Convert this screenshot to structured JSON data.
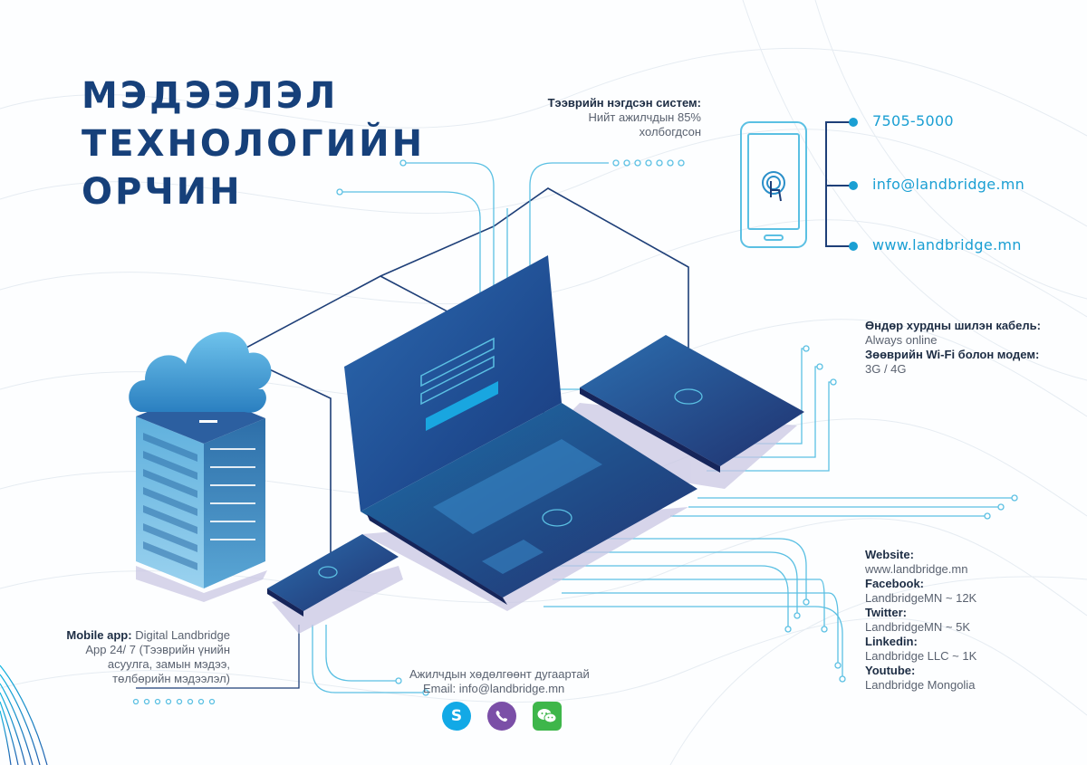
{
  "title": {
    "line1": "МЭДЭЭЛЭЛ",
    "line2": "ТЕХНОЛОГИЙН",
    "line3": "ОРЧИН"
  },
  "transport": {
    "heading": "Тээврийн нэгдсэн систем:",
    "line1": "Нийт ажилчдын 85%",
    "line2": "холбогдсон"
  },
  "contacts": {
    "phone": "7505-5000",
    "email": "info@landbridge.mn",
    "web": "www.landbridge.mn"
  },
  "connectivity": {
    "fiber_heading": "Өндөр хурдны шилэн кабель:",
    "fiber_value": "Always online",
    "wifi_heading": "Зөөврийн Wi-Fi болон модем:",
    "wifi_value": "3G / 4G"
  },
  "social": {
    "website_label": "Website:",
    "website_value": "www.landbridge.mn",
    "facebook_label": "Facebook:",
    "facebook_value": "LandbridgeMN ~ 12K",
    "twitter_label": "Twitter:",
    "twitter_value": "LandbridgeMN ~ 5K",
    "linkedin_label": "Linkedin:",
    "linkedin_value": "Landbridge LLC ~ 1K",
    "youtube_label": "Youtube:",
    "youtube_value": "Landbridge Mongolia"
  },
  "mobile": {
    "label": "Mobile app:",
    "name": "Digital Landbridge",
    "line2": "App 24/ 7 (Тээврийн үнийн",
    "line3": "асуулга, замын мэдээ,",
    "line4": "төлбөрийн мэдээлэл)"
  },
  "messenger": {
    "line1": "Ажилчдын хөдөлгөөнт дугаартай",
    "line2": "Email: info@landbridge.mn",
    "skype_letter": "S"
  },
  "icons": [
    "phone-icon",
    "tap-icon",
    "skype-icon",
    "viber-icon",
    "wechat-icon",
    "cloud-icon",
    "server-icon",
    "laptop-icon",
    "tablet-icon"
  ],
  "colors": {
    "title": "#16407a",
    "accent": "#1a9fd3",
    "device_dark": "#21306e",
    "device_light": "#2b7fb8",
    "skype": "#12a9e6",
    "viber": "#7b4fa7",
    "wechat": "#3eb64a"
  }
}
